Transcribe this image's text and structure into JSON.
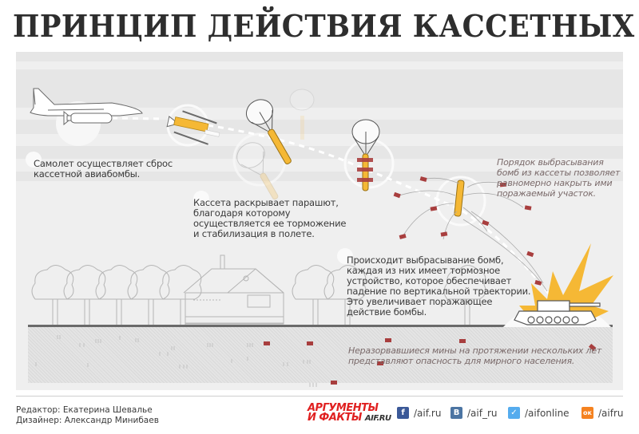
{
  "title": "ПРИНЦИП ДЕЙСТВИЯ КАССЕТНЫХ БОМБ",
  "steps": [
    {
      "id": 1,
      "text_lines": [
        "Самолет осуществляет сброс",
        "кассетной авиабомбы."
      ]
    },
    {
      "id": 2,
      "text_lines": [
        "Кассета раскрывает парашют,",
        "благодаря которому",
        "осуществляется ее торможение",
        "и стабилизация в полете."
      ]
    },
    {
      "id": 3,
      "text_lines": [
        "Происходит выбрасывание бомб,",
        "каждая из них имеет тормозное",
        "устройство, которое обеспечивает",
        "падение по вертикальной траектории.",
        "Это увеличивает поражающее",
        "действие бомбы."
      ]
    }
  ],
  "notes": {
    "dispersal": [
      "Порядок выбрасывания",
      "бомб из кассеты позволяет",
      "равномерно накрыть ими",
      "поражаемый участок."
    ],
    "unexploded": [
      "Неразорвавшиеся мины на протяжении нескольких лет",
      "представляют опасность для мирного населения."
    ]
  },
  "illustration": {
    "objects": [
      "airplane-icon",
      "cluster-bomb-icon",
      "opening-cassette-icon",
      "parachute-cassette-icon",
      "submunition-icon",
      "tree-icon",
      "house-icon",
      "tank-icon",
      "explosion-icon"
    ]
  },
  "colors": {
    "accent_yellow": "#f5b835",
    "submunition_red": "#a83e3e",
    "panel_bg": "#efefef",
    "stripe_bg": "#e6e6e6",
    "line_gray": "#6a6a6a",
    "title": "#2e2e2e",
    "note_text": "#7a6a6a"
  },
  "footer": {
    "editor": "Редактор: Екатерина Шевалье",
    "designer": "Дизайнер: Александр Минибаев",
    "logo": {
      "line1": "АРГУМЕНТЫ",
      "line2": "И ФАКТЫ",
      "site": "AIF.RU"
    },
    "social": [
      {
        "network": "facebook",
        "icon": "facebook-icon",
        "glyph": "f",
        "color": "#3b5998",
        "handle": "/aif.ru"
      },
      {
        "network": "vkontakte",
        "icon": "vk-icon",
        "glyph": "B",
        "color": "#4c75a3",
        "handle": "/aif_ru"
      },
      {
        "network": "twitter",
        "icon": "twitter-icon",
        "glyph": "✓",
        "color": "#55acee",
        "handle": "/aifonline"
      },
      {
        "network": "odnoklassniki",
        "icon": "ok-icon",
        "glyph": "ок",
        "color": "#f58220",
        "handle": "/aifru"
      }
    ]
  }
}
